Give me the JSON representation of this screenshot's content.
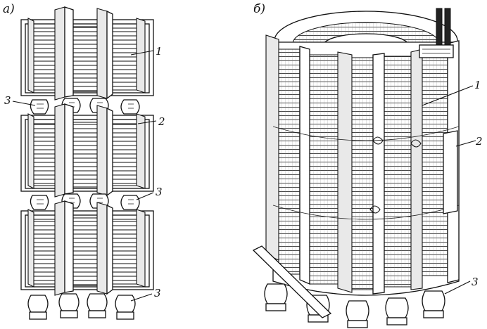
{
  "panels": [
    {
      "label": "а)",
      "callouts": [
        "1",
        "3",
        "2",
        "3",
        "3"
      ]
    },
    {
      "label": "б)",
      "callouts": [
        "1",
        "2",
        "3"
      ]
    }
  ]
}
